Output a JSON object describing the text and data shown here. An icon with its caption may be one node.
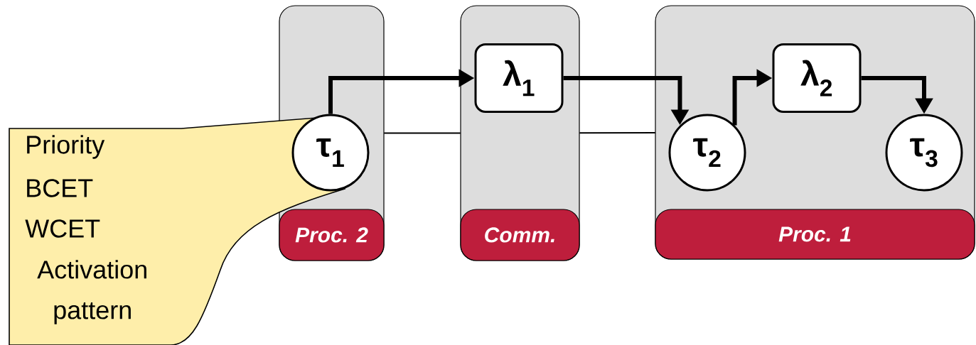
{
  "diagram": {
    "nodes": [
      {
        "text": [
          "Proc. 2"
        ]
      },
      {
        "text": [
          "τ$_{1}$"
        ],
        "in": 0
      },
      {
        "text": [
          "Comm."
        ]
      },
      {
        "text": [
          "λ$_{1}$"
        ],
        "in": 2
      },
      {
        "text": [
          "Proc. 1"
        ]
      },
      {
        "text": [
          "τ$_{2}$"
        ],
        "in": 4
      },
      {
        "text": [
          "λ$_{2}$"
        ],
        "in": 4
      },
      {
        "text": [
          "τ$_{3}$"
        ],
        "in": 4
      },
      {
        "text": [
          "Priority",
          "BCET",
          "WCET",
          "Activation pattern"
        ]
      }
    ],
    "edges": [
      {
        "from": 1,
        "to": 3,
        "arrow": "to"
      },
      {
        "from": 3,
        "to": 5,
        "arrow": "to"
      },
      {
        "from": 5,
        "to": 6,
        "arrow": "to"
      },
      {
        "from": 6,
        "to": 7,
        "arrow": "to"
      },
      {
        "from": 0,
        "to": 2,
        "arrow": "none"
      },
      {
        "from": 2,
        "to": 4,
        "arrow": "none"
      }
    ]
  }
}
